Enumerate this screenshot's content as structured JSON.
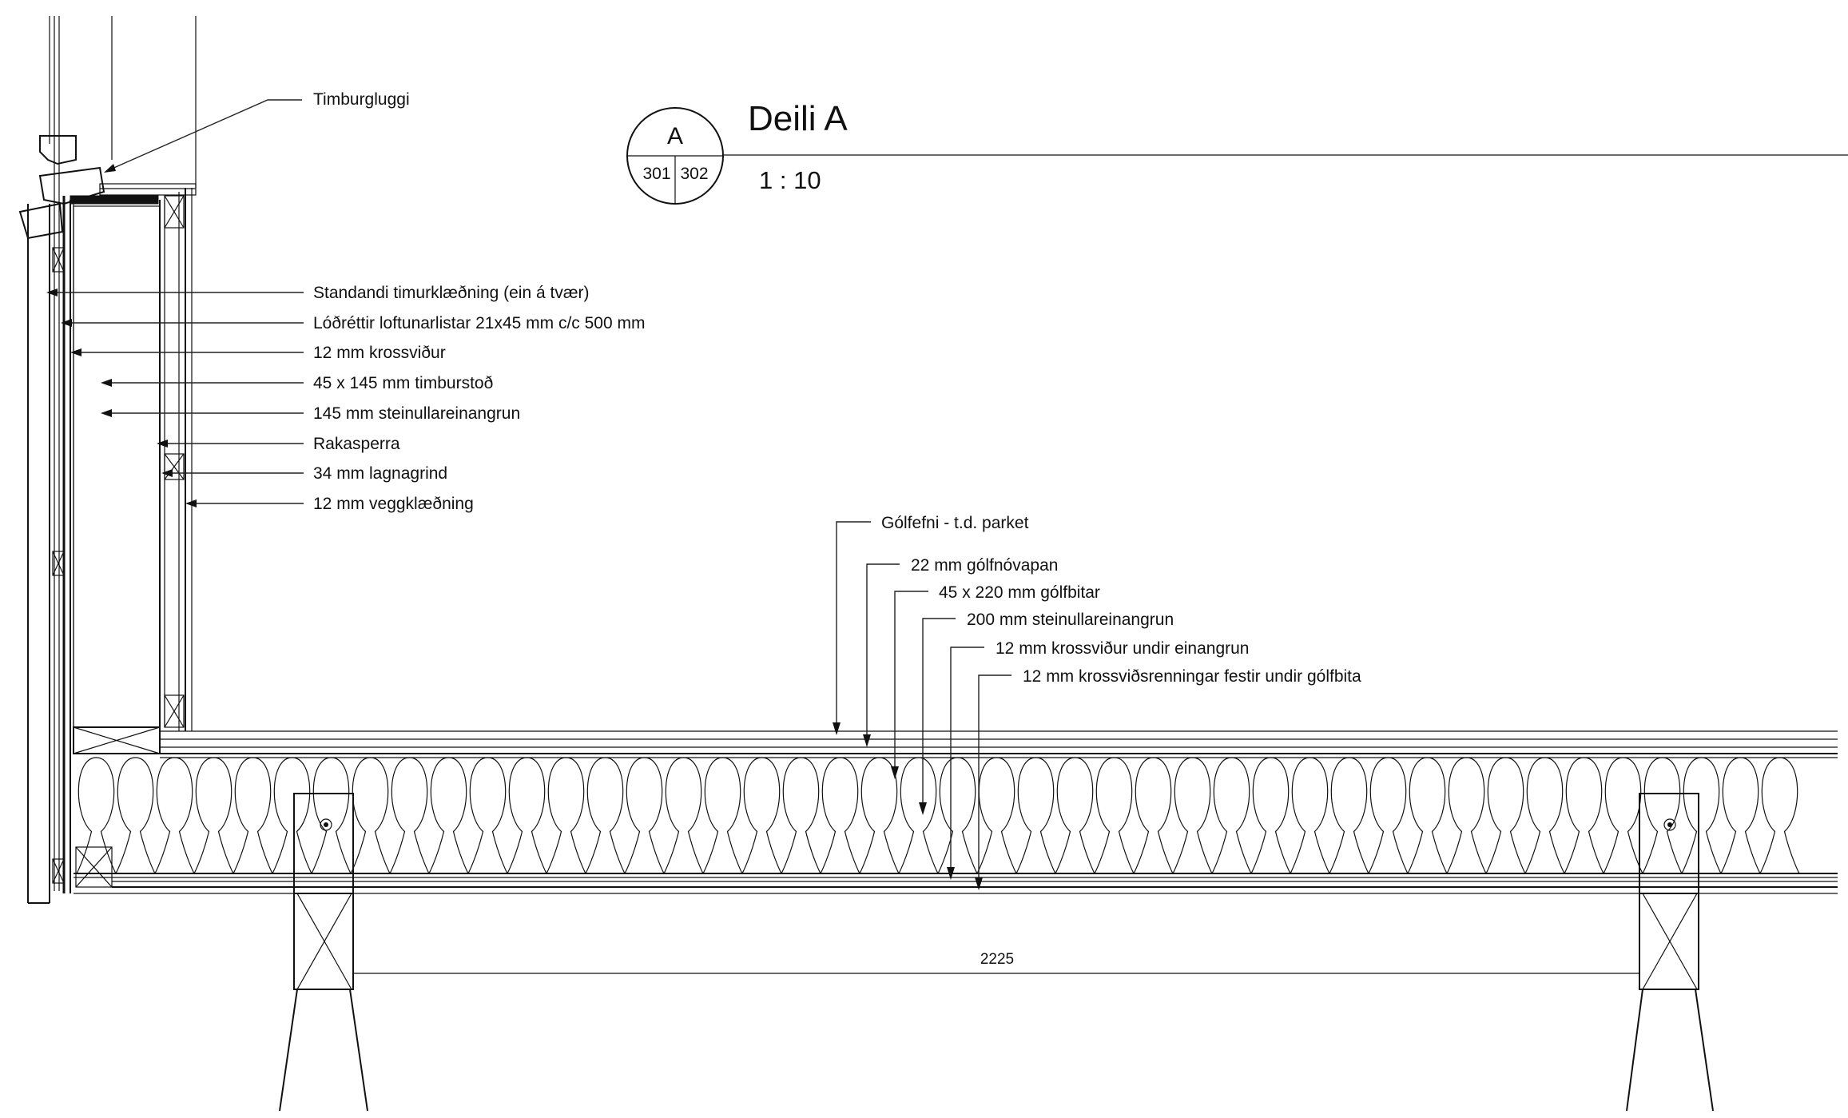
{
  "detail": {
    "title": "Deili A",
    "scale": "1 : 10",
    "bubble": {
      "letter": "A",
      "ref_left": "301",
      "ref_right": "302"
    }
  },
  "window_label": "Timburgluggi",
  "wall_layers": [
    "Standandi timurklæðning (ein á tvær)",
    "Lóðréttir loftunarlistar 21x45 mm c/c 500 mm",
    "12 mm krossviður",
    "45 x 145 mm timburstoð",
    "145 mm steinullareinangrun",
    "Rakasperra",
    "34 mm lagnagrind",
    "12 mm veggklæðning"
  ],
  "floor_layers": [
    "Gólfefni - t.d. parket",
    "22 mm gólfnóvapan",
    "45 x 220 mm gólfbitar",
    "200 mm steinullareinangrun",
    "12 mm krossviður undir einangrun",
    "12 mm krossviðsrenningar festir undir gólfbita"
  ],
  "dimension": "2225"
}
